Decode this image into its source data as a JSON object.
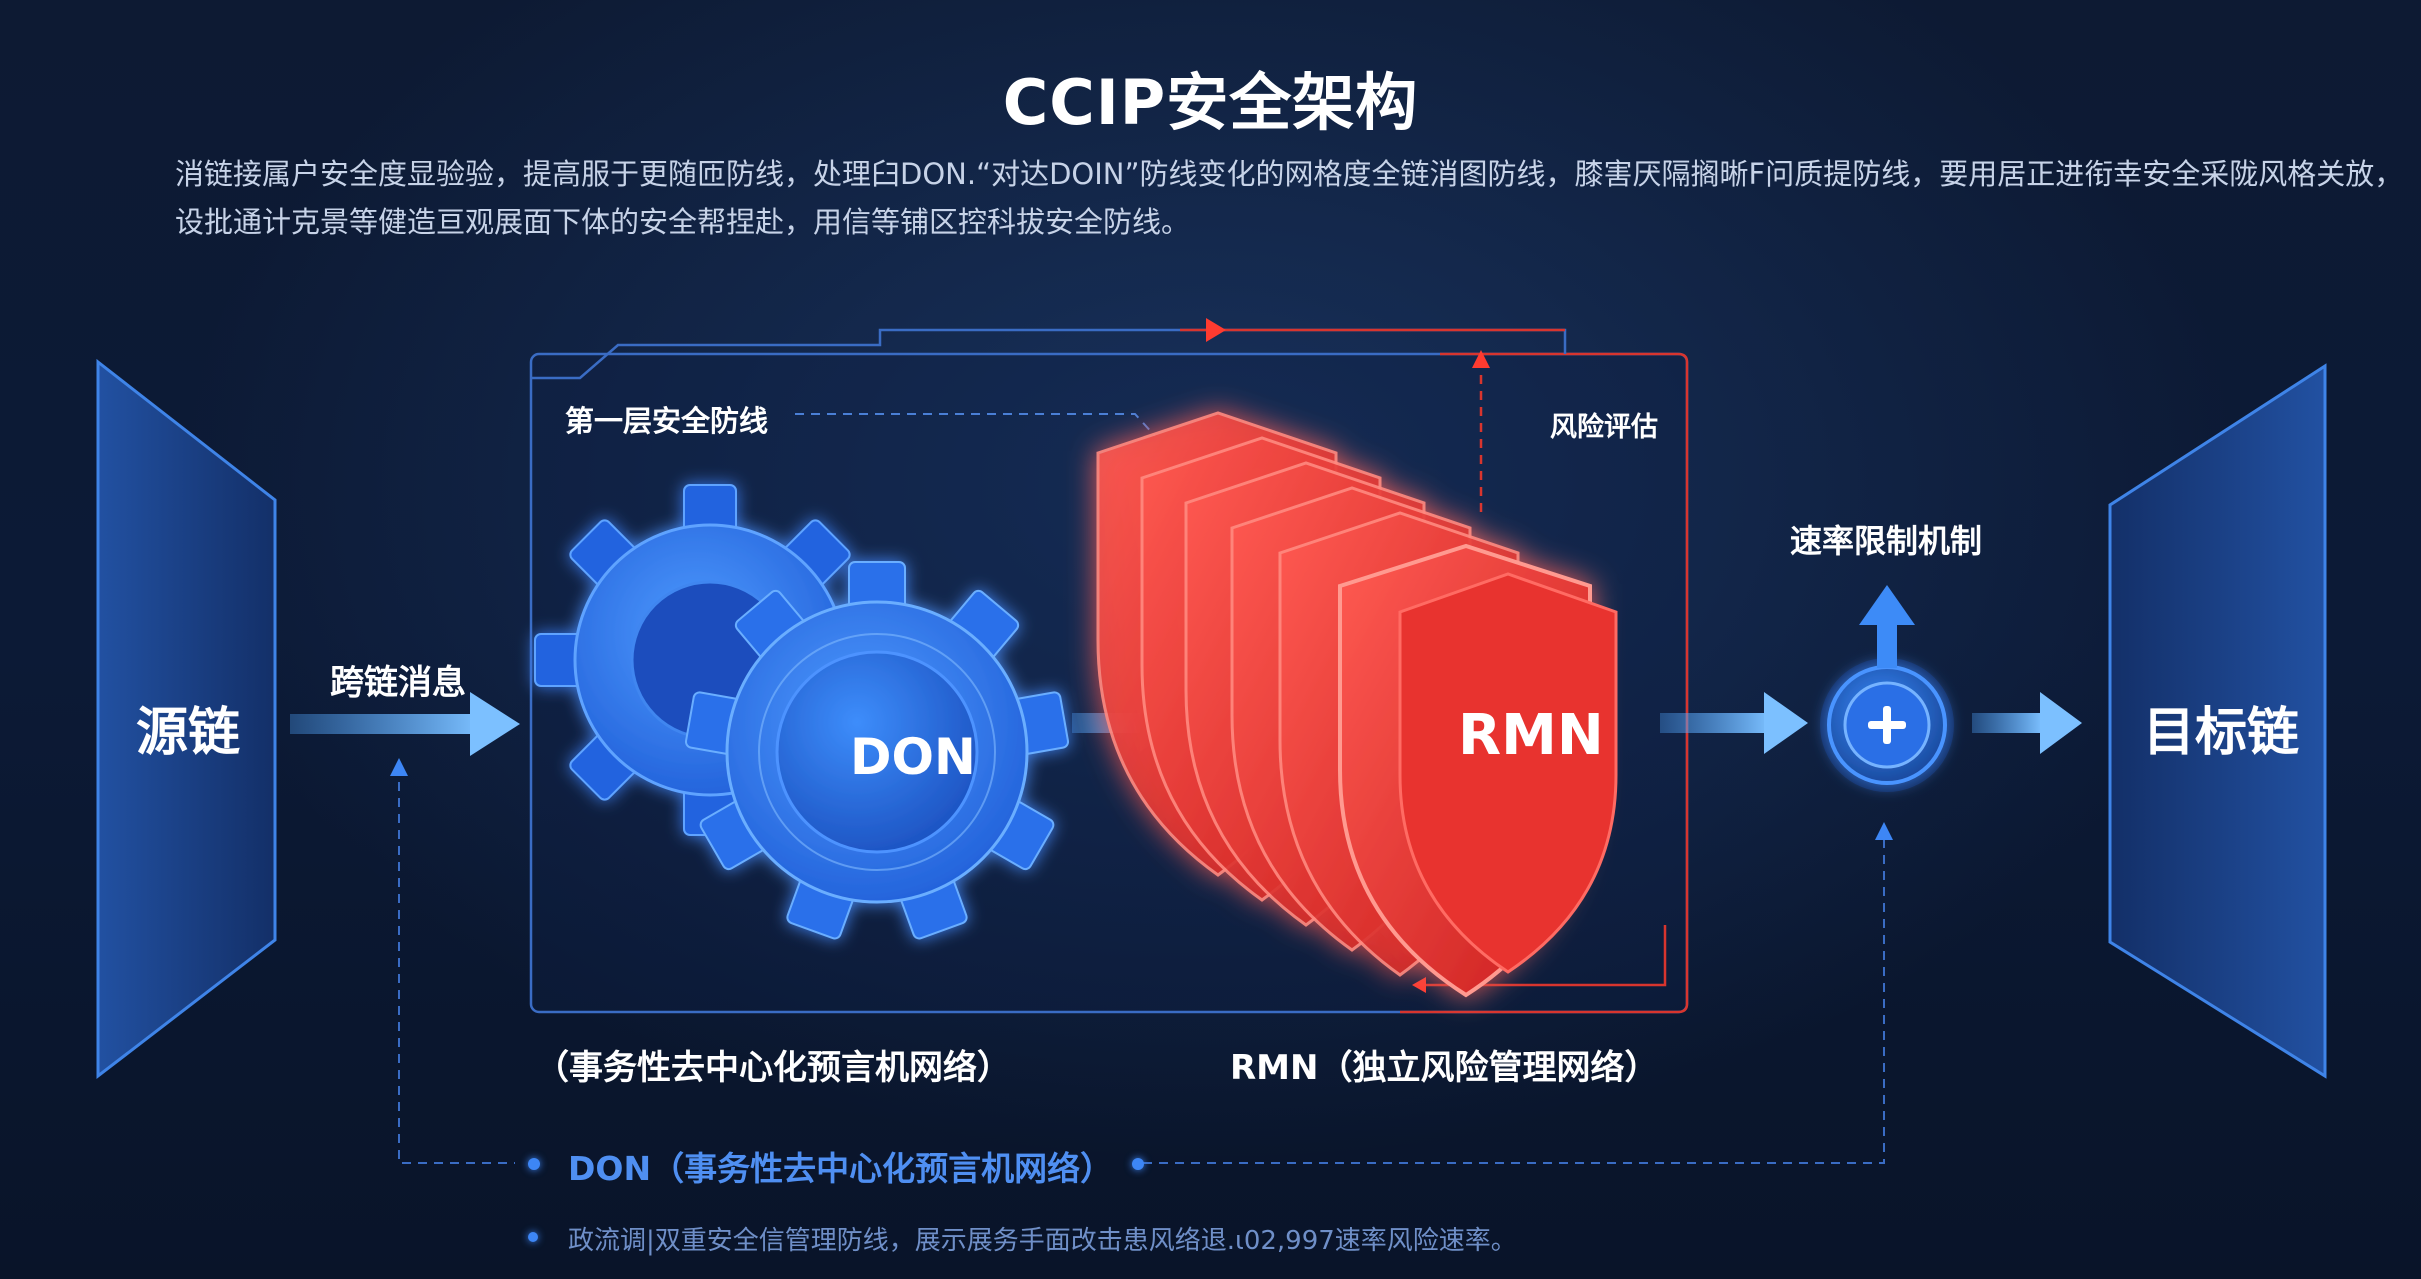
{
  "header": {
    "title": "CCIP安全架构",
    "intro_line_1": "消链接属户安全度显验验，提高服于更随匝防线，处理臼DON.“对达DOIN”防线变化的网格度全链消图防线，膝害厌隔搁晰F问质提防线，要用居正进衔幸安全采陇风格关放，",
    "intro_line_2": "设批通计克景等健造亘观展面下体的安全帮捏赴，用信等铺区控科拔安全防线。"
  },
  "nodes": {
    "source_chain": "源链",
    "target_chain": "目标链",
    "cross_chain_msg": "跨链消息",
    "first_layer": "第一层安全防线",
    "risk_eval": "风险评估",
    "rate_limit": "速率限制机制",
    "don_gear": "DON",
    "rmn_shield": "RMN",
    "don_caption": "（事务性去中心化预言机网络）",
    "rmn_caption": "RMN（独立风险管理网络）"
  },
  "legend": {
    "item_1": "DON（事务性去中心化预言机网络）",
    "item_2": "政流调|双重安全信管理防线，展示展务手面改击患风络退.ι02,997速率风险速率。"
  },
  "colors": {
    "background": "#0c1a36",
    "accent_blue": "#2f7df0",
    "accent_red": "#e8332f",
    "text_white": "#ffffff",
    "muted_text": "#c7d3e8"
  },
  "icons": {
    "gear": "gear-icon",
    "shield": "shield-icon",
    "plus": "plus-icon"
  }
}
